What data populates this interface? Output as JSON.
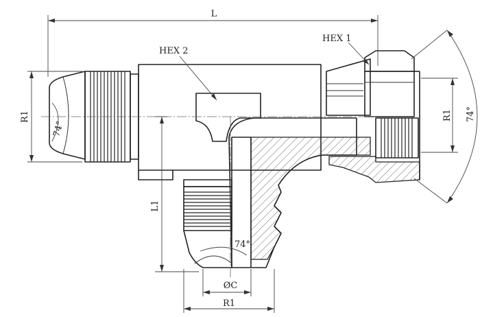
{
  "labels": {
    "overall_length": "L",
    "branch_length": "L1",
    "hex1": "HEX 1",
    "hex2": "HEX 2",
    "thread_left": "R1",
    "thread_right": "R1",
    "thread_bottom": "R1",
    "bore": "ØC",
    "angle_left": "74°",
    "angle_bottom": "74°",
    "angle_right": "74°"
  }
}
